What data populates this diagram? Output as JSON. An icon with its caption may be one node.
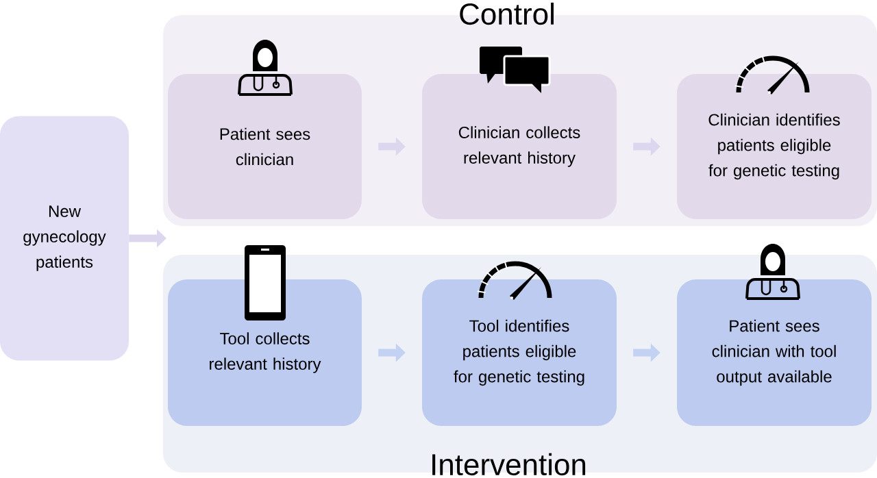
{
  "diagram": {
    "nodes": [
      {
        "text": [
          "New gynecology patients"
        ]
      },
      {
        "text": [
          "Control"
        ]
      },
      {
        "text": [
          "Patient sees clinician"
        ],
        "in": 1
      },
      {
        "text": [
          "Clinician collects relevant history"
        ],
        "in": 1
      },
      {
        "text": [
          "Clinician identifies patients eligible for genetic testing"
        ],
        "in": 1
      },
      {
        "text": [
          "Intervention"
        ]
      },
      {
        "text": [
          "Tool collects relevant history"
        ],
        "in": 5
      },
      {
        "text": [
          "Tool identifies patients eligible for genetic testing"
        ],
        "in": 5
      },
      {
        "text": [
          "Patient sees clinician with tool output available"
        ],
        "in": 5
      }
    ],
    "edges": [
      {
        "from": 0,
        "to": null,
        "arrow": "to"
      },
      {
        "from": 2,
        "to": 3,
        "arrow": "to"
      },
      {
        "from": 3,
        "to": 4,
        "arrow": "to"
      },
      {
        "from": 6,
        "to": 7,
        "arrow": "to",
        "color": "#c3d1f2"
      },
      {
        "from": 7,
        "to": 8,
        "arrow": "to",
        "color": "#c3d1f2"
      }
    ]
  }
}
